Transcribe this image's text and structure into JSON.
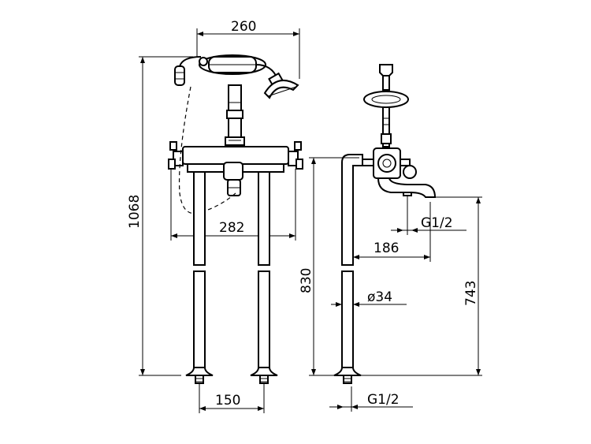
{
  "dimensions": {
    "width_top": "260",
    "height_total": "1068",
    "legs_span": "282",
    "legs_spacing": "150",
    "spout_reach": "186",
    "leg_height": "830",
    "pipe_diameter": "ø34",
    "outlet_height": "743",
    "outlet_thread": "G1/2",
    "inlet_thread": "G1/2"
  }
}
